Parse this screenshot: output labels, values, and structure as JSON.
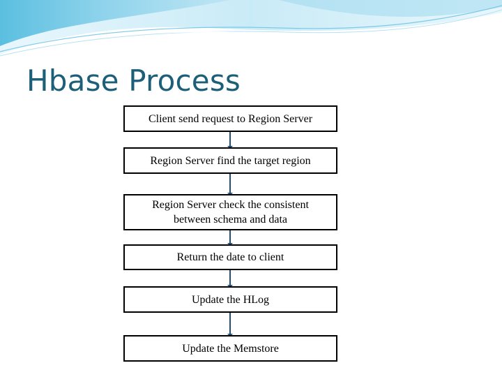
{
  "slide": {
    "title": "Hbase Process"
  },
  "theme": {
    "title_color": "#1d5f78",
    "banner_light": "#dff3fb",
    "banner_mid": "#a8dcef",
    "banner_dark": "#5bbfe0",
    "connector_color": "#1f4e79"
  },
  "flow": {
    "steps": [
      {
        "label": "Client send request to Region Server"
      },
      {
        "label": "Region Server find the target region"
      },
      {
        "label": "Region Server check the consistent between schema and data"
      },
      {
        "label": "Return the date to client"
      },
      {
        "label": "Update the HLog"
      },
      {
        "label": "Update the Memstore"
      }
    ]
  }
}
